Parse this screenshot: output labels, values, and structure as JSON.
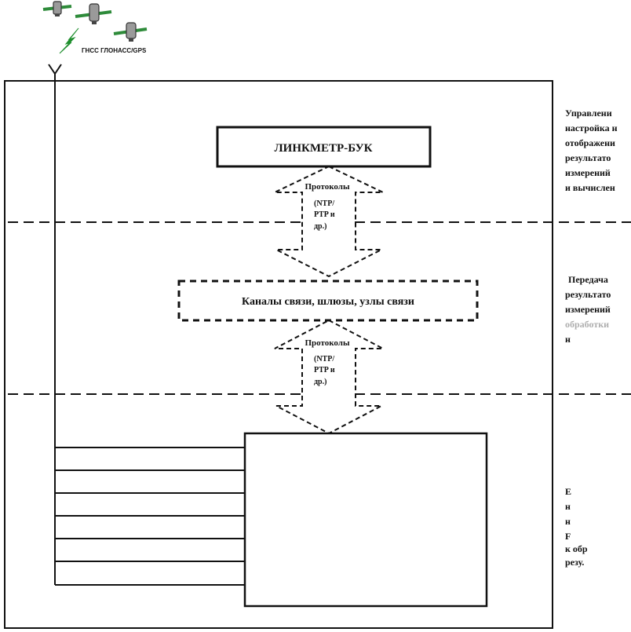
{
  "colors": {
    "ink": "#111111",
    "satellite_panel": "#2e8b3a",
    "signal": "#1f8f2e",
    "background": "#ffffff"
  },
  "icons": [
    "satellite-icon",
    "satellite-icon",
    "satellite-icon",
    "signal-bolt-icon",
    "antenna-icon"
  ],
  "gnss_label": "ГНСС  ГЛОНАСС/GPS",
  "linkmeter": {
    "label": "ЛИНКМЕТР-БУК"
  },
  "channels": {
    "label": "Каналы связи, шлюзы, узлы связи"
  },
  "protocols": [
    {
      "title": "Протоколы",
      "lines": [
        "(NTP/",
        "PTP и",
        "др.)"
      ]
    },
    {
      "title": "Протоколы",
      "lines": [
        "(NTP/",
        "PTP и",
        "др.)"
      ]
    }
  ],
  "side_labels": {
    "top": [
      "Управлени",
      "настройка н",
      "отображени",
      "результато",
      "измерений",
      "и вычислен"
    ],
    "middle": [
      "Передача",
      "результато",
      "измерений",
      "обработки",
      "н"
    ],
    "bottom": [
      "Е",
      "н",
      "н",
      "F",
      "к обр",
      "резу."
    ]
  }
}
